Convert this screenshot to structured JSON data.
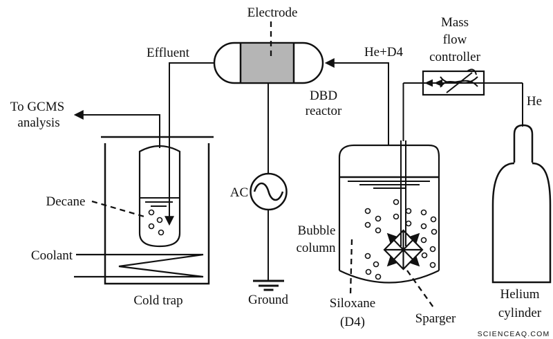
{
  "labels": {
    "electrode": "Electrode",
    "effluent": "Effluent",
    "he_plus_d4": "He+D4",
    "mass_flow_controller": [
      "Mass",
      "flow",
      "controller"
    ],
    "he": "He",
    "dbd_reactor": [
      "DBD",
      "reactor"
    ],
    "ac": "AC",
    "ground": "Ground",
    "to_gcms": [
      "To GCMS",
      "analysis"
    ],
    "decane": "Decane",
    "coolant": "Coolant",
    "cold_trap": "Cold trap",
    "bubble_column": [
      "Bubble",
      "column"
    ],
    "siloxane": [
      "Siloxane",
      "(D4)"
    ],
    "sparger": "Sparger",
    "helium_cylinder": [
      "Helium",
      "cylinder"
    ]
  },
  "watermark": {
    "text": "SCIENCEAQ.COM",
    "color": "#f2b4b0"
  },
  "colors": {
    "line": "#111111",
    "electrode_fill": "#b5b5b5",
    "background": "#ffffff"
  }
}
